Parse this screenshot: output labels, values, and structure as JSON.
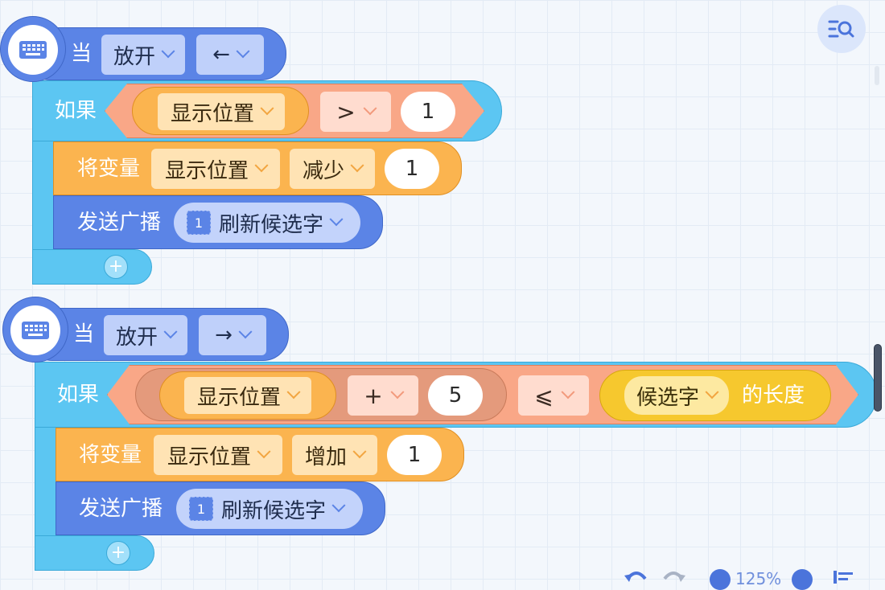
{
  "blocks": [
    {
      "hat": {
        "when": "当",
        "event": "放开",
        "key": "←"
      },
      "if": {
        "label": "如果",
        "var": "显示位置",
        "op": ">",
        "value": "1"
      },
      "set_var": {
        "label": "将变量",
        "var": "显示位置",
        "op": "减少",
        "value": "1"
      },
      "broadcast": {
        "label": "发送广播",
        "badge": "1",
        "message": "刷新候选字"
      }
    },
    {
      "hat": {
        "when": "当",
        "event": "放开",
        "key": "→"
      },
      "if": {
        "label": "如果",
        "var": "显示位置",
        "arith_op": "+",
        "arith_value": "5",
        "op": "⩽",
        "list_var": "候选字",
        "length_label": "的长度"
      },
      "set_var": {
        "label": "将变量",
        "var": "显示位置",
        "op": "增加",
        "value": "1"
      },
      "broadcast": {
        "label": "发送广播",
        "badge": "1",
        "message": "刷新候选字"
      }
    }
  ],
  "zoom": {
    "level": "125%"
  },
  "colors": {
    "event_blue": "#5b84e6",
    "control_cyan": "#5cc6f2",
    "variable_orange": "#fbb44f",
    "operator_salmon": "#f9a787",
    "list_yellow": "#f6c82e"
  }
}
